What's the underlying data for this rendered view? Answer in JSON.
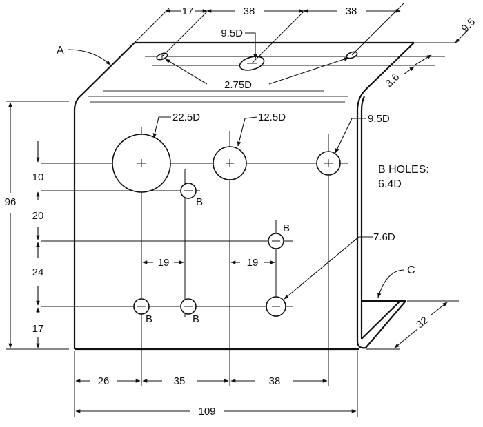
{
  "dimensions": {
    "top_17": "17",
    "top_38_a": "38",
    "top_38_b": "38",
    "right_9_5": "9.5",
    "right_3_6": "3.6",
    "height_96": "96",
    "v_10": "10",
    "v_20": "20",
    "v_24": "24",
    "v_17": "17",
    "h_19_a": "19",
    "h_19_b": "19",
    "bottom_26": "26",
    "bottom_35": "35",
    "bottom_38": "38",
    "total_109": "109",
    "flange_32": "32"
  },
  "hole_labels": {
    "top_small": "9.5D",
    "top_pair": "2.75D",
    "large": "22.5D",
    "medium": "12.5D",
    "right": "9.5D",
    "lower_right": "7.6D"
  },
  "notes": {
    "b_holes_line1": "B HOLES:",
    "b_holes_line2": "6.4D"
  },
  "callouts": {
    "a": "A",
    "c": "C",
    "b": "B"
  }
}
